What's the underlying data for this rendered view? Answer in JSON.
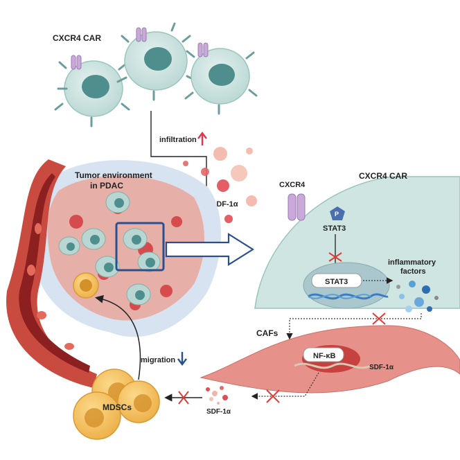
{
  "labels": {
    "car_title": "CXCR4 CAR",
    "infiltration": "infiltration",
    "tme_line1": "Tumor environment",
    "tme_line2": "in PDAC",
    "sdf_top": "SDF-1α",
    "cxcr4": "CXCR4",
    "car_cell": "CXCR4 CAR",
    "p": "P",
    "stat3_top": "STAT3",
    "stat3_box": "STAT3",
    "inflam_line1": "inflammatory",
    "inflam_line2": "factors",
    "cafs": "CAFs",
    "nfkb": "NF-κB",
    "sdf_caf": "SDF-1α",
    "migration": "migration",
    "sdf_bottom": "SDF-1α",
    "mdscs": "MDSCs"
  },
  "colors": {
    "car_cell": "#cfe5e2",
    "car_nucleus": "#4e8f8e",
    "receptor": "#c9a9d9",
    "tumor": "#e9a79c",
    "tme_halo": "#d8e3f2",
    "vessel": "#c94a3f",
    "caf": "#e6928a",
    "mdsc": "#f4c463",
    "arrow_blue": "#2a4f8f",
    "up_red": "#e0354f",
    "inhibit": "#e53935"
  }
}
